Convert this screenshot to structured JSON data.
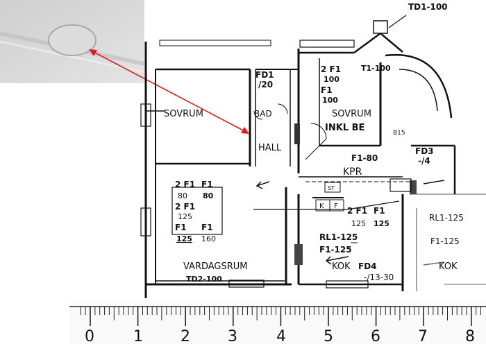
{
  "photo": {
    "description_color": "#d9d9d9",
    "arrow_color": "#e11b1b"
  },
  "plan_labels": {
    "td1_100": "TD1-100",
    "t1_100": "T1-100",
    "fd1": "FD1",
    "fd1_20": "/20",
    "bad": "BAD",
    "hall": "HALL",
    "sovrum_left": "SOVRUM",
    "sovrum_right": "SOVRUM",
    "inkl_be": "INKL BE",
    "f1_100_top": "2 F1",
    "f1_100_top_val": "100",
    "f1_mid": "F1",
    "f1_mid_val": "100",
    "b15": "B15",
    "fd3": "FD3",
    "fd3_val": "-/4",
    "kpr": "KPR",
    "f1_80": "F1-80",
    "table_left": [
      [
        "2 F1",
        "F1"
      ],
      [
        "80",
        "80"
      ],
      [
        "2 F1",
        ""
      ],
      [
        "125",
        ""
      ],
      [
        "F1",
        "F1"
      ],
      [
        "125",
        "160"
      ]
    ],
    "f1_125_pair": [
      "2 F1",
      "F1"
    ],
    "f1_125_pair_vals": [
      "125",
      "125"
    ],
    "rl1_125": "RL1-125",
    "rl1_125_right": "RL1-125",
    "f1_125": "F1-125",
    "f1_125_right": "F1-125",
    "kok": "KOK",
    "kok_right": "KOK",
    "fd4": "FD4",
    "fd4_val": "-/13-30",
    "vardagsrum": "VARDAGSRUM",
    "td2_100": "TD2-100",
    "st": "ST",
    "k": "K",
    "f": "F"
  },
  "ruler": {
    "numbers": [
      "0",
      "1",
      "2",
      "3",
      "4",
      "5",
      "6",
      "7",
      "8"
    ]
  }
}
